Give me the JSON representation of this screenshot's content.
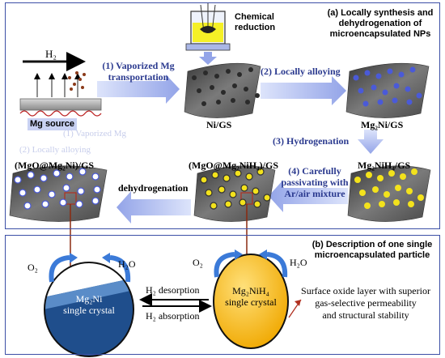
{
  "panel_a": {
    "title_line1": "(a) Locally synthesis and",
    "title_line2": "dehydrogenation of",
    "title_line3": "microencapsulated NPs"
  },
  "gas": {
    "h2_label": "H₂"
  },
  "labels": {
    "chemical_reduction_1": "Chemical",
    "chemical_reduction_2": "reduction",
    "mg_source": "Mg source",
    "ni_gs": "Ni/GS",
    "mg2ni_gs": "Mg₂Ni/GS",
    "mg2nih4_gs": "Mg₂NiH₄/GS",
    "mgo_mg2nih4_gs": "(MgO@Mg₂NiH₄)/GS",
    "mgo_mg2ni_gs": "(MgO@Mg₂Ni)/GS"
  },
  "steps": {
    "step1_line1": "(1) Vaporized Mg",
    "step1_line2": "transportation",
    "step2": "(2) Locally alloying",
    "step3": "(3) Hydrogenation",
    "step4_line1": "(4) Carefully",
    "step4_line2": "passivating with",
    "step4_line3": "Ar/air mixture",
    "dehydrogenation": "dehydrogenation",
    "ghost1": "(1) Vaporized Mg",
    "ghost2": "(2) Locally alloying"
  },
  "panel_b": {
    "title_line1": "(b) Description of one single",
    "title_line2": "microencapsulated particle",
    "o2_left": "O₂",
    "h2o_left": "H₂O",
    "o2_right": "O₂",
    "h2o_right": "H₂O",
    "mg2ni_line1": "Mg₂Ni",
    "mg2ni_line2": "single crystal",
    "mg2nih4_line1": "Mg₂NiH₄",
    "mg2nih4_line2": "single crystal",
    "desorption": "H₂ desorption",
    "absorption": "H₂ absorption",
    "oxide_line1": "Surface oxide layer with superior",
    "oxide_line2": "gas-selective permeability",
    "oxide_line3": "and structural stability"
  },
  "colors": {
    "frame": "#3c4fa6",
    "step_text": "#2b3a8f",
    "sheet": "#5a5a5a",
    "ni_particle": "#2a2a2a",
    "mg2ni_particle": "#4a5ad8",
    "mg2nih4_particle": "#f3e21c",
    "crystal_orange": "#f5b518",
    "crystal_blue": "#1f4e8c",
    "connector": "#8b2a10"
  }
}
